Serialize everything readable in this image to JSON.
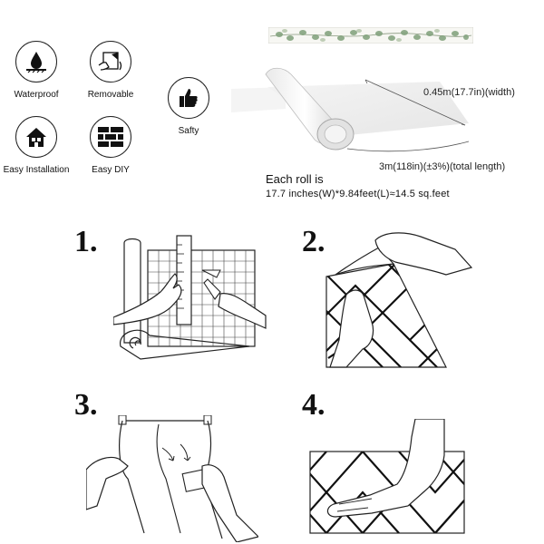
{
  "features": [
    {
      "label": "Waterproof",
      "icon": "water-drop-icon"
    },
    {
      "label": "Removable",
      "icon": "peel-hand-icon"
    },
    {
      "label": "Safty",
      "icon": "thumbs-up-icon"
    },
    {
      "label": "Easy Installation",
      "icon": "house-icon"
    },
    {
      "label": "Easy DIY",
      "icon": "brick-wall-icon"
    }
  ],
  "roll": {
    "width_label": "0.45m(17.7in)(width)",
    "length_label": "3m(118in)(±3%)(total length)",
    "title": "Each roll is",
    "dimensions": "17.7 inches(W)*9.84feet(L)≈14.5 sq.feet"
  },
  "steps": [
    {
      "number": "1."
    },
    {
      "number": "2."
    },
    {
      "number": "3."
    },
    {
      "number": "4."
    }
  ],
  "colors": {
    "leaf_green": "#7fa07a",
    "line": "#222222"
  }
}
